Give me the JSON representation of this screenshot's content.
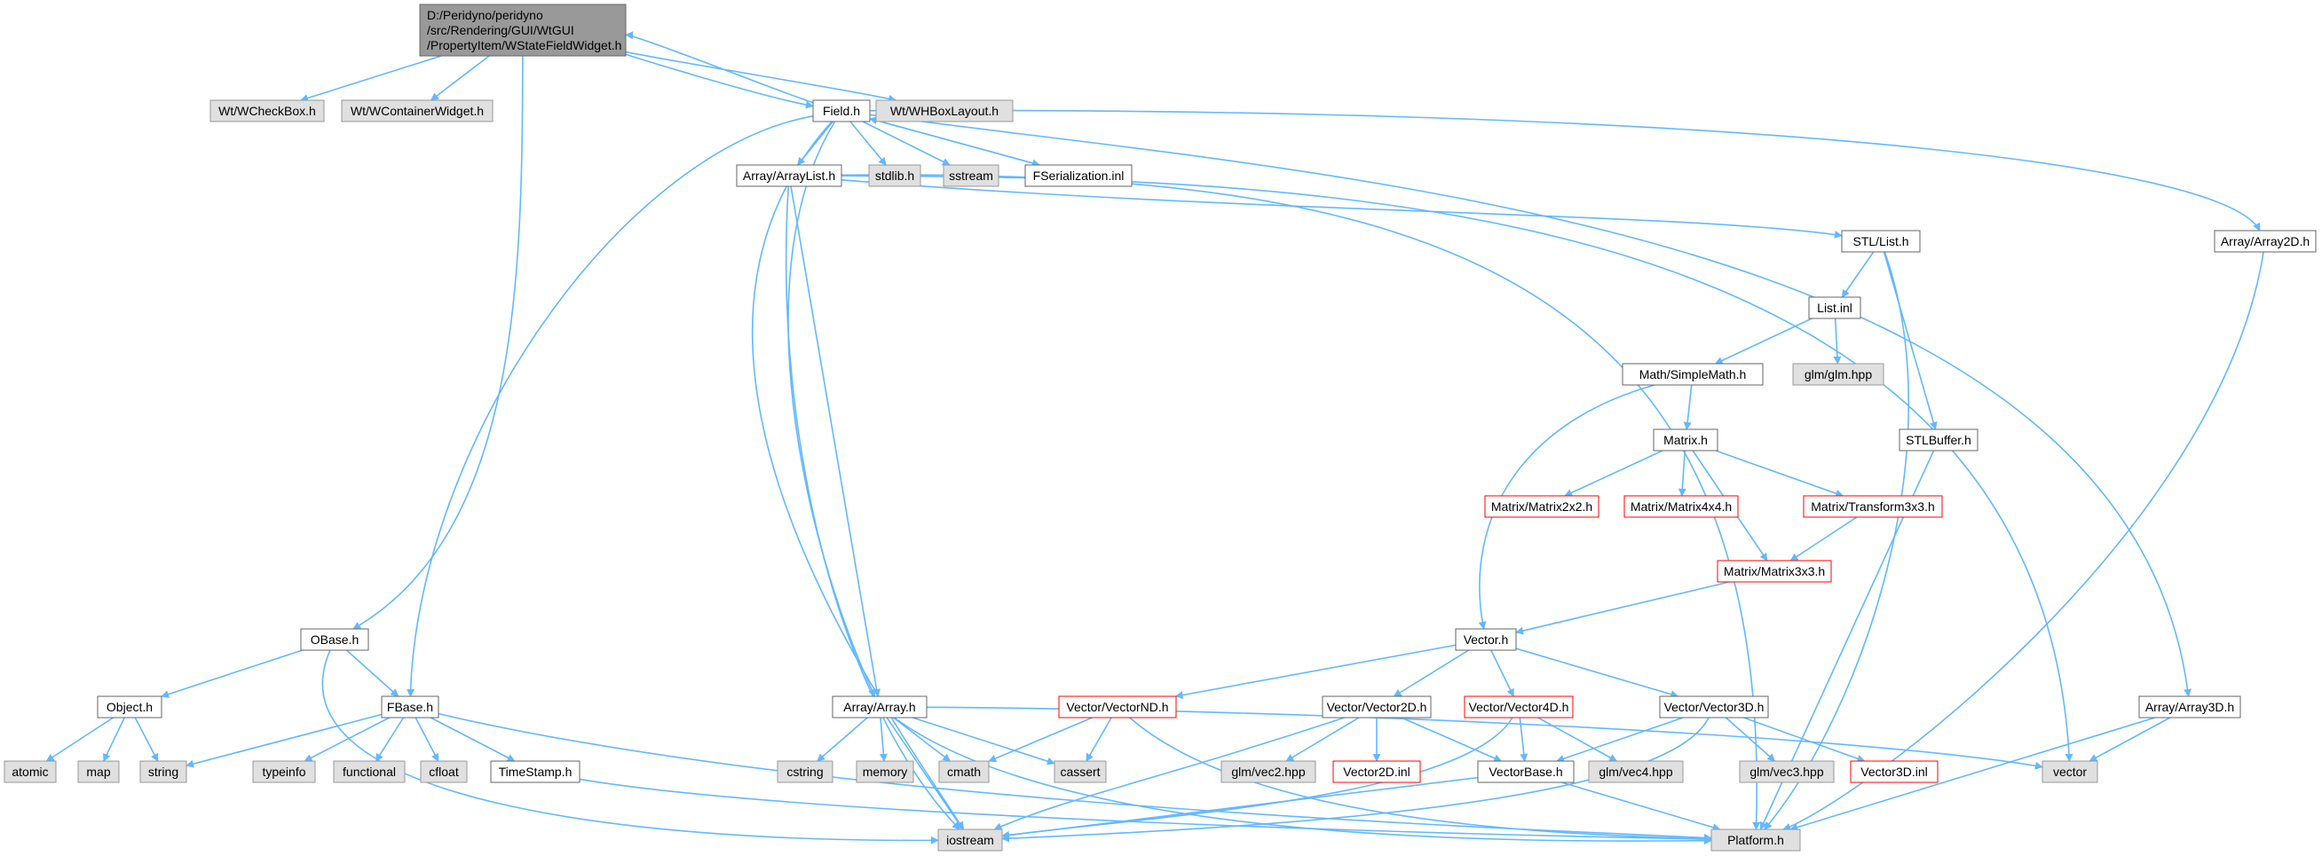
{
  "colors": {
    "edge": "#63b8ff",
    "root_fill": "#999999",
    "system_fill": "#e0e0e0",
    "system_stroke": "#999999",
    "header_stroke": "#666666",
    "truncated_stroke": "#ff0000",
    "node_fill": "#ffffff"
  },
  "nodes": [
    {
      "id": "root",
      "lines": [
        "D:/Peridyno/peridyno",
        "/src/Rendering/GUI/WtGUI",
        "/PropertyItem/WStateFieldWidget.h"
      ],
      "kind": "root"
    },
    {
      "id": "wcheckbox",
      "lines": [
        "Wt/WCheckBox.h"
      ],
      "kind": "system"
    },
    {
      "id": "wcontainer",
      "lines": [
        "Wt/WContainerWidget.h"
      ],
      "kind": "system"
    },
    {
      "id": "field",
      "lines": [
        "Field.h"
      ],
      "kind": "header"
    },
    {
      "id": "whbox",
      "lines": [
        "Wt/WHBoxLayout.h"
      ],
      "kind": "system"
    },
    {
      "id": "arraylist",
      "lines": [
        "Array/ArrayList.h"
      ],
      "kind": "header"
    },
    {
      "id": "stdlib",
      "lines": [
        "stdlib.h"
      ],
      "kind": "system"
    },
    {
      "id": "sstream",
      "lines": [
        "sstream"
      ],
      "kind": "system"
    },
    {
      "id": "fserial",
      "lines": [
        "FSerialization.inl"
      ],
      "kind": "header"
    },
    {
      "id": "array2d",
      "lines": [
        "Array/Array2D.h"
      ],
      "kind": "header"
    },
    {
      "id": "stllist",
      "lines": [
        "STL/List.h"
      ],
      "kind": "header"
    },
    {
      "id": "listinl",
      "lines": [
        "List.inl"
      ],
      "kind": "header"
    },
    {
      "id": "glmglm",
      "lines": [
        "glm/glm.hpp"
      ],
      "kind": "system"
    },
    {
      "id": "simplemath",
      "lines": [
        "Math/SimpleMath.h"
      ],
      "kind": "header"
    },
    {
      "id": "stlbuffer",
      "lines": [
        "STLBuffer.h"
      ],
      "kind": "header"
    },
    {
      "id": "matrix",
      "lines": [
        "Matrix.h"
      ],
      "kind": "header"
    },
    {
      "id": "mat2",
      "lines": [
        "Matrix/Matrix2x2.h"
      ],
      "kind": "truncated"
    },
    {
      "id": "mat4",
      "lines": [
        "Matrix/Matrix4x4.h"
      ],
      "kind": "truncated"
    },
    {
      "id": "trans3",
      "lines": [
        "Matrix/Transform3x3.h"
      ],
      "kind": "truncated"
    },
    {
      "id": "mat3",
      "lines": [
        "Matrix/Matrix3x3.h"
      ],
      "kind": "truncated"
    },
    {
      "id": "obase",
      "lines": [
        "OBase.h"
      ],
      "kind": "header"
    },
    {
      "id": "vector",
      "lines": [
        "Vector.h"
      ],
      "kind": "header"
    },
    {
      "id": "object",
      "lines": [
        "Object.h"
      ],
      "kind": "header"
    },
    {
      "id": "fbase",
      "lines": [
        "FBase.h"
      ],
      "kind": "header"
    },
    {
      "id": "array",
      "lines": [
        "Array/Array.h"
      ],
      "kind": "header"
    },
    {
      "id": "vecnd",
      "lines": [
        "Vector/VectorND.h"
      ],
      "kind": "truncated"
    },
    {
      "id": "vec2d",
      "lines": [
        "Vector/Vector2D.h"
      ],
      "kind": "header"
    },
    {
      "id": "vec4d",
      "lines": [
        "Vector/Vector4D.h"
      ],
      "kind": "truncated"
    },
    {
      "id": "vec3d",
      "lines": [
        "Vector/Vector3D.h"
      ],
      "kind": "header"
    },
    {
      "id": "array3d",
      "lines": [
        "Array/Array3D.h"
      ],
      "kind": "header"
    },
    {
      "id": "atomic",
      "lines": [
        "atomic"
      ],
      "kind": "system"
    },
    {
      "id": "map",
      "lines": [
        "map"
      ],
      "kind": "system"
    },
    {
      "id": "string",
      "lines": [
        "string"
      ],
      "kind": "system"
    },
    {
      "id": "typeinfo",
      "lines": [
        "typeinfo"
      ],
      "kind": "system"
    },
    {
      "id": "functional",
      "lines": [
        "functional"
      ],
      "kind": "system"
    },
    {
      "id": "cfloat",
      "lines": [
        "cfloat"
      ],
      "kind": "system"
    },
    {
      "id": "timestamp",
      "lines": [
        "TimeStamp.h"
      ],
      "kind": "header"
    },
    {
      "id": "cstring",
      "lines": [
        "cstring"
      ],
      "kind": "system"
    },
    {
      "id": "memory",
      "lines": [
        "memory"
      ],
      "kind": "system"
    },
    {
      "id": "cmath",
      "lines": [
        "cmath"
      ],
      "kind": "system"
    },
    {
      "id": "cassert",
      "lines": [
        "cassert"
      ],
      "kind": "system"
    },
    {
      "id": "glmvec2",
      "lines": [
        "glm/vec2.hpp"
      ],
      "kind": "system"
    },
    {
      "id": "vec2inl",
      "lines": [
        "Vector2D.inl"
      ],
      "kind": "truncated"
    },
    {
      "id": "vecbase",
      "lines": [
        "VectorBase.h"
      ],
      "kind": "header"
    },
    {
      "id": "glmvec4",
      "lines": [
        "glm/vec4.hpp"
      ],
      "kind": "system"
    },
    {
      "id": "glmvec3",
      "lines": [
        "glm/vec3.hpp"
      ],
      "kind": "system"
    },
    {
      "id": "vec3inl",
      "lines": [
        "Vector3D.inl"
      ],
      "kind": "truncated"
    },
    {
      "id": "vectorstd",
      "lines": [
        "vector"
      ],
      "kind": "system"
    },
    {
      "id": "iostream",
      "lines": [
        "iostream"
      ],
      "kind": "system"
    },
    {
      "id": "platform",
      "lines": [
        "Platform.h"
      ],
      "kind": "system"
    }
  ],
  "edges": [
    [
      "root",
      "wcheckbox"
    ],
    [
      "root",
      "wcontainer"
    ],
    [
      "root",
      "field"
    ],
    [
      "root",
      "whbox"
    ],
    [
      "root",
      "obase"
    ],
    [
      "field",
      "root"
    ],
    [
      "field",
      "arraylist"
    ],
    [
      "field",
      "stdlib"
    ],
    [
      "field",
      "sstream"
    ],
    [
      "field",
      "fserial"
    ],
    [
      "field",
      "array2d"
    ],
    [
      "field",
      "fbase"
    ],
    [
      "field",
      "array"
    ],
    [
      "field",
      "array3d"
    ],
    [
      "field",
      "iostream"
    ],
    [
      "fserial",
      "field"
    ],
    [
      "arraylist",
      "stllist"
    ],
    [
      "arraylist",
      "array"
    ],
    [
      "arraylist",
      "iostream"
    ],
    [
      "arraylist",
      "vectorstd"
    ],
    [
      "arraylist",
      "platform"
    ],
    [
      "array2d",
      "platform"
    ],
    [
      "stllist",
      "listinl"
    ],
    [
      "stllist",
      "stlbuffer"
    ],
    [
      "stllist",
      "platform"
    ],
    [
      "listinl",
      "glmglm"
    ],
    [
      "listinl",
      "simplemath"
    ],
    [
      "simplemath",
      "matrix"
    ],
    [
      "simplemath",
      "vector"
    ],
    [
      "stlbuffer",
      "platform"
    ],
    [
      "matrix",
      "mat2"
    ],
    [
      "matrix",
      "mat4"
    ],
    [
      "matrix",
      "trans3"
    ],
    [
      "matrix",
      "mat3"
    ],
    [
      "trans3",
      "mat3"
    ],
    [
      "mat3",
      "vector"
    ],
    [
      "vector",
      "vecnd"
    ],
    [
      "vector",
      "vec2d"
    ],
    [
      "vector",
      "vec4d"
    ],
    [
      "vector",
      "vec3d"
    ],
    [
      "obase",
      "object"
    ],
    [
      "obase",
      "fbase"
    ],
    [
      "obase",
      "iostream"
    ],
    [
      "object",
      "atomic"
    ],
    [
      "object",
      "map"
    ],
    [
      "object",
      "string"
    ],
    [
      "fbase",
      "string"
    ],
    [
      "fbase",
      "typeinfo"
    ],
    [
      "fbase",
      "functional"
    ],
    [
      "fbase",
      "cfloat"
    ],
    [
      "fbase",
      "timestamp"
    ],
    [
      "fbase",
      "platform"
    ],
    [
      "timestamp",
      "platform"
    ],
    [
      "array",
      "cstring"
    ],
    [
      "array",
      "memory"
    ],
    [
      "array",
      "cmath"
    ],
    [
      "array",
      "cassert"
    ],
    [
      "array",
      "iostream"
    ],
    [
      "array",
      "vectorstd"
    ],
    [
      "array",
      "platform"
    ],
    [
      "vecnd",
      "cmath"
    ],
    [
      "vecnd",
      "cassert"
    ],
    [
      "vecnd",
      "platform"
    ],
    [
      "vec2d",
      "glmvec2"
    ],
    [
      "vec2d",
      "vec2inl"
    ],
    [
      "vec2d",
      "vecbase"
    ],
    [
      "vec2d",
      "iostream"
    ],
    [
      "vec4d",
      "glmvec4"
    ],
    [
      "vec4d",
      "vecbase"
    ],
    [
      "vec4d",
      "iostream"
    ],
    [
      "vec3d",
      "glmvec3"
    ],
    [
      "vec3d",
      "vec3inl"
    ],
    [
      "vec3d",
      "vecbase"
    ],
    [
      "vec3d",
      "iostream"
    ],
    [
      "vecbase",
      "iostream"
    ],
    [
      "vecbase",
      "platform"
    ],
    [
      "array3d",
      "vectorstd"
    ],
    [
      "array3d",
      "platform"
    ]
  ]
}
